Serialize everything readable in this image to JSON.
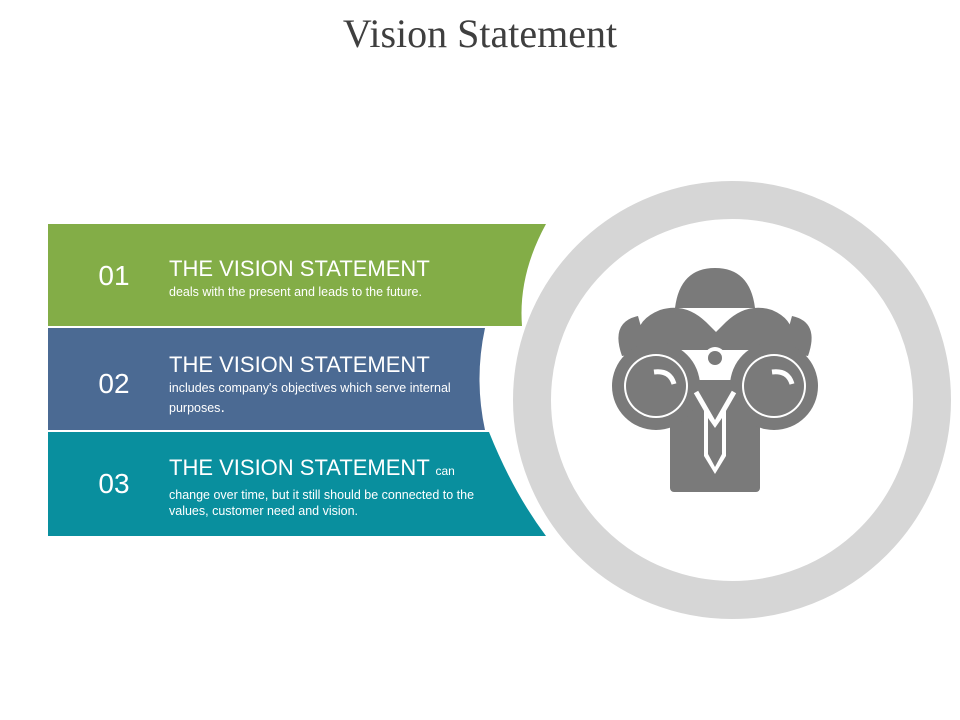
{
  "title": "Vision Statement",
  "items": [
    {
      "number": "01",
      "heading": "THE VISION STATEMENT",
      "description": "deals with the present and leads to the future.",
      "color": "#83ad47"
    },
    {
      "number": "02",
      "heading": "THE VISION STATEMENT",
      "description": "includes company's objectives which serve internal purposes",
      "tail": ".",
      "color": "#4b6a93"
    },
    {
      "number": "03",
      "heading": "THE VISION STATEMENT",
      "heading_tail": "can",
      "description": "change over time, but it still should be connected to the values, customer need and vision.",
      "color": "#098f9e"
    }
  ],
  "ring_color": "#d6d6d6",
  "icon": {
    "name": "binoculars-person-icon",
    "color": "#7a7a7a"
  }
}
